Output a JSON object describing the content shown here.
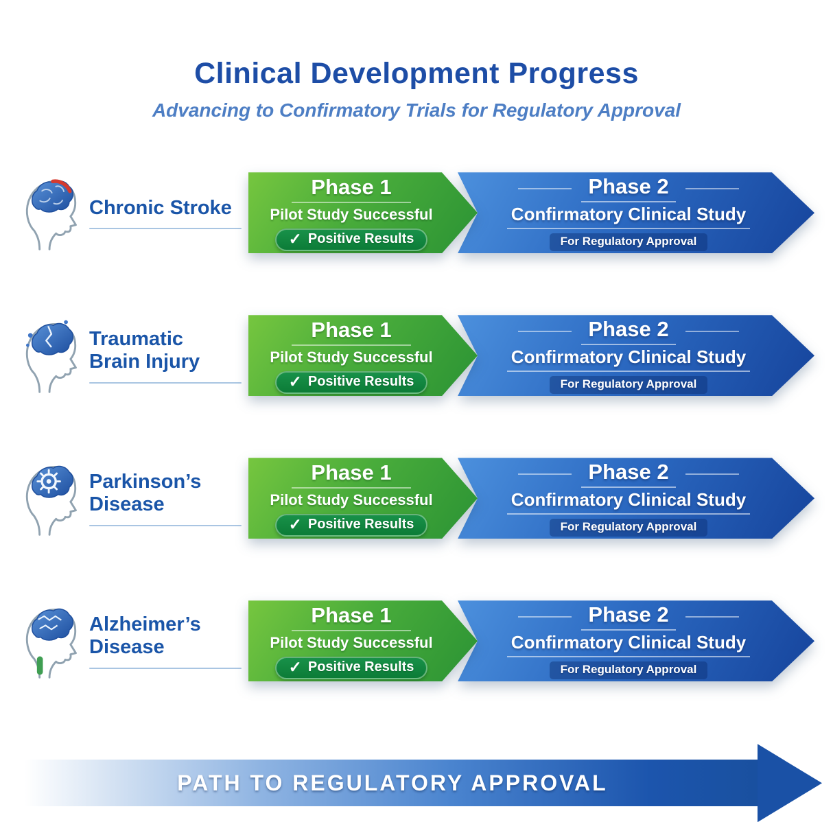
{
  "header": {
    "title": "Clinical Development Progress",
    "subtitle": "Advancing to Confirmatory Trials for Regulatory Approval"
  },
  "rows": [
    {
      "name": "Chronic Stroke",
      "lines": [
        "Chronic Stroke"
      ]
    },
    {
      "name": "Traumatic Brain Injury",
      "lines": [
        "Traumatic",
        "Brain Injury"
      ]
    },
    {
      "name": "Parkinson’s Disease",
      "lines": [
        "Parkinson’s",
        "Disease"
      ]
    },
    {
      "name": "Alzheimer’s Disease",
      "lines": [
        "Alzheimer’s",
        "Disease"
      ]
    }
  ],
  "phase1": {
    "title": "Phase 1",
    "result": "Pilot Study Successful",
    "badge_check": "✓",
    "badge_label": "Positive Results"
  },
  "phase2": {
    "title": "Phase 2",
    "study": "Confirmatory Clinical Study",
    "note": "For Regulatory Approval"
  },
  "footer": {
    "label": "PATH TO REGULATORY APPROVAL"
  },
  "colors": {
    "title_blue": "#1d4da6",
    "subtitle_blue": "#4d7ec4",
    "label_blue": "#1a55a8",
    "phase1_green_light": "#76c63f",
    "phase1_green_dark": "#2b9334",
    "badge_green": "#0e8040",
    "phase2_blue_light": "#4c90dd",
    "phase2_blue_dark": "#16449c",
    "footer_blue": "#1a51a6",
    "stroke_accent_red": "#d63a2e",
    "alzheimers_rod_green": "#3f9e52"
  }
}
